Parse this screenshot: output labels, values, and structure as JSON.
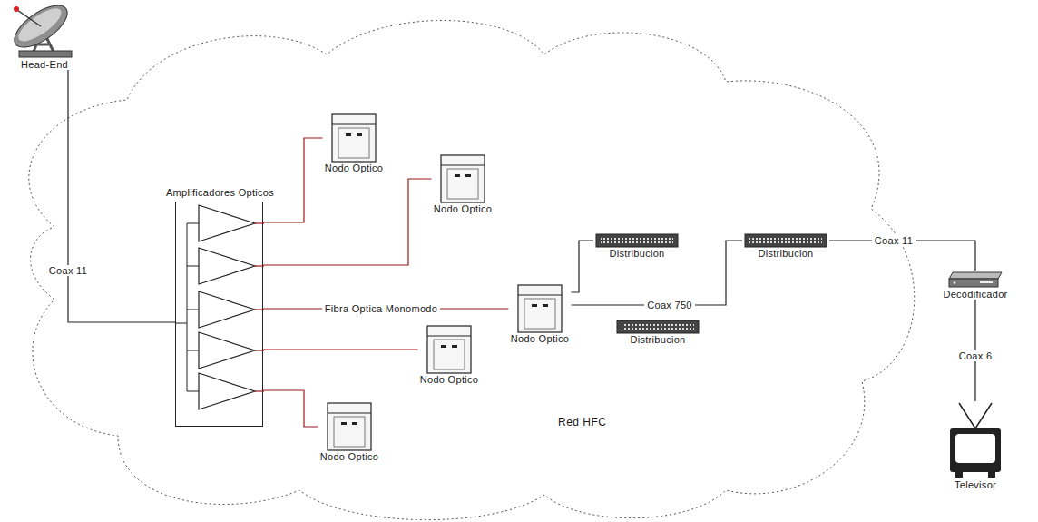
{
  "diagram": {
    "nodes": [
      {
        "text": [
          "Head-End"
        ]
      },
      {
        "text": [
          "Amplificadores Opticos"
        ]
      },
      {
        "text": [
          "Nodo Optico"
        ]
      },
      {
        "text": [
          "Nodo Optico"
        ]
      },
      {
        "text": [
          "Nodo Optico"
        ]
      },
      {
        "text": [
          "Nodo Optico"
        ]
      },
      {
        "text": [
          "Nodo Optico"
        ]
      },
      {
        "text": [
          "Distribucion"
        ]
      },
      {
        "text": [
          "Distribucion"
        ]
      },
      {
        "text": [
          "Distribucion"
        ]
      },
      {
        "text": [
          "Decodificador"
        ]
      },
      {
        "text": [
          "Televisor"
        ]
      }
    ],
    "edges": [
      {
        "from": 0,
        "to": 1,
        "label": "Coax 11",
        "arrow": "none"
      },
      {
        "from": 1,
        "to": 2,
        "arrow": "none"
      },
      {
        "from": 1,
        "to": 3,
        "arrow": "none"
      },
      {
        "from": 1,
        "to": 4,
        "label": "Fibra Optica Monomodo",
        "arrow": "none"
      },
      {
        "from": 1,
        "to": 5,
        "arrow": "none"
      },
      {
        "from": 1,
        "to": 6,
        "arrow": "none"
      },
      {
        "from": 4,
        "to": 7,
        "arrow": "none"
      },
      {
        "from": 4,
        "to": 8,
        "label": "Coax 750",
        "arrow": "none"
      },
      {
        "from": 8,
        "to": 10,
        "label": "Coax 11",
        "arrow": "none"
      },
      {
        "from": 10,
        "to": 11,
        "label": "Coax 6",
        "arrow": "none"
      }
    ],
    "labels": [
      "Red HFC"
    ]
  }
}
